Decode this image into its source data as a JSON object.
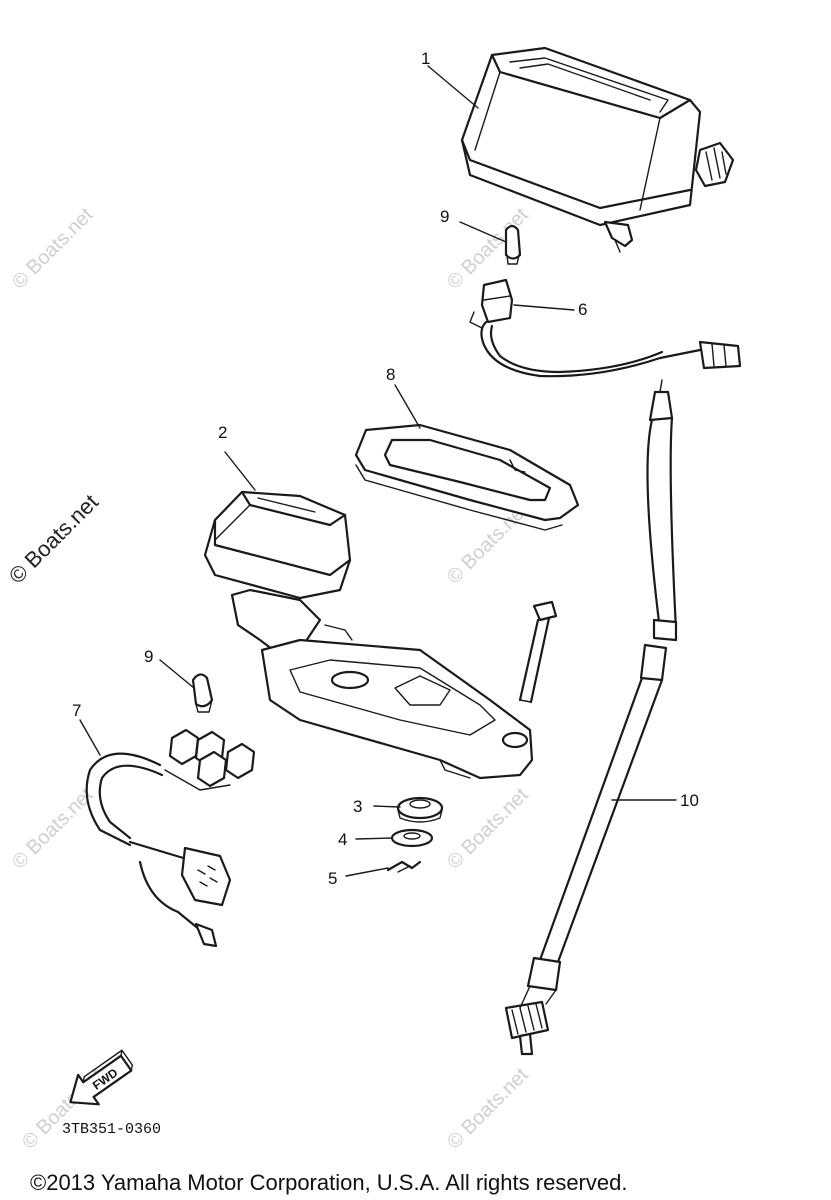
{
  "callouts": [
    "1",
    "2",
    "3",
    "4",
    "5",
    "6",
    "7",
    "8",
    "9",
    "9",
    "10"
  ],
  "watermark": "© Boats.net",
  "fwd_label": "FWD",
  "diagram_code": "3TB351-0360",
  "copyright": "©2013 Yamaha Motor Corporation, U.S.A. All rights reserved."
}
